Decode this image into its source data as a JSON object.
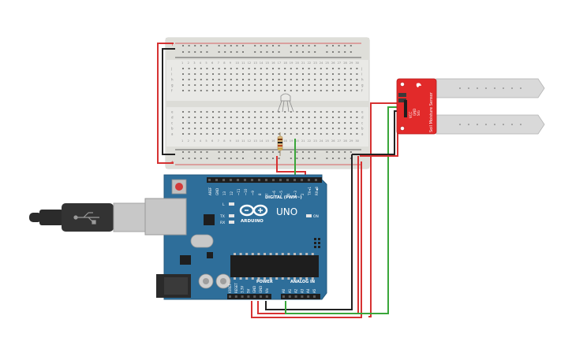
{
  "colors": {
    "background": "#ffffff",
    "breadboard": "#e9e9e6",
    "breadboard_rail": "#d8d8d4",
    "hole": "#7d7d7a",
    "rail_red": "#d33a3a",
    "rail_black": "#333333",
    "arduino_board": "#2e6e9a",
    "arduino_text": "#ffffff",
    "sensor_board": "#e22a2a",
    "sensor_probe": "#d9d9d9",
    "wire_red": "#d63232",
    "wire_black": "#222222",
    "wire_green": "#3aa63a",
    "usb_cable": "#2b2b2b",
    "usb_plug": "#c8c8c8"
  },
  "icons": [
    "usb-plug-icon",
    "arduino-infinity-logo-icon",
    "rgb-led-outline-icon",
    "resistor-icon"
  ],
  "breadboard": {
    "column_numbers": [
      "1",
      "2",
      "3",
      "4",
      "5",
      "6",
      "7",
      "8",
      "9",
      "10",
      "11",
      "12",
      "13",
      "14",
      "15",
      "16",
      "17",
      "18",
      "19",
      "20",
      "21",
      "22",
      "23",
      "24",
      "25",
      "26",
      "27",
      "28",
      "29",
      "30"
    ],
    "row_letters_top": [
      "j",
      "i",
      "h",
      "g",
      "f"
    ],
    "row_letters_bottom": [
      "e",
      "d",
      "c",
      "b",
      "a"
    ]
  },
  "arduino": {
    "brand": "ARDUINO",
    "model": "UNO",
    "digital_header_label": "DIGITAL (PWM~)",
    "digital_pins": [
      "AREF",
      "GND",
      "13",
      "12",
      "~11",
      "~10",
      "~9",
      "8",
      "7",
      "~6",
      "~5",
      "4",
      "~3",
      "2",
      "TX➔1",
      "RX◀0"
    ],
    "power_header_label": "POWER",
    "power_pins": [
      "IOREF",
      "RESET",
      "3.3V",
      "5V",
      "GND",
      "GND",
      "Vin"
    ],
    "analog_header_label": "ANALOG IN",
    "analog_pins": [
      "A0",
      "A1",
      "A2",
      "A3",
      "A4",
      "A5"
    ],
    "leds": [
      "L",
      "TX",
      "RX"
    ],
    "on_label": "ON"
  },
  "sensor": {
    "label": "Soil Moisture Sensor",
    "pins": [
      "VCC",
      "GND",
      "SIG"
    ]
  }
}
